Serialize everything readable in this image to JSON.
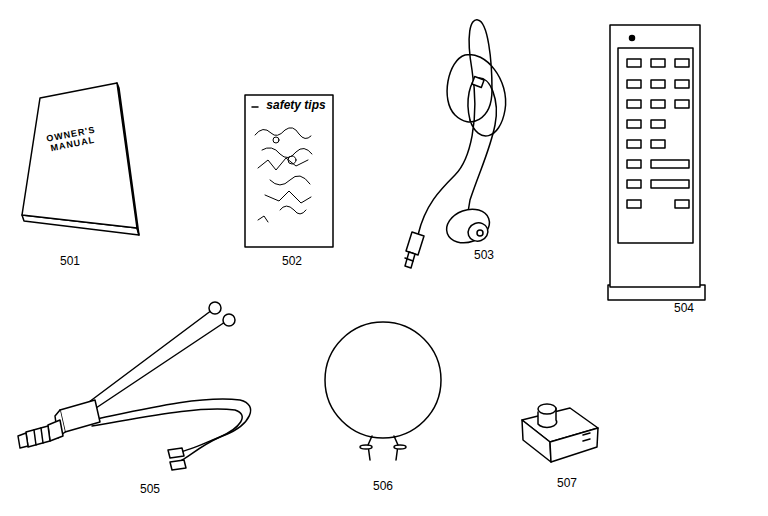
{
  "diagram": {
    "labels": [
      "OWNER'S MANUAL",
      "safety tips",
      "501",
      "502",
      "503",
      "504",
      "505",
      "506",
      "507"
    ]
  }
}
